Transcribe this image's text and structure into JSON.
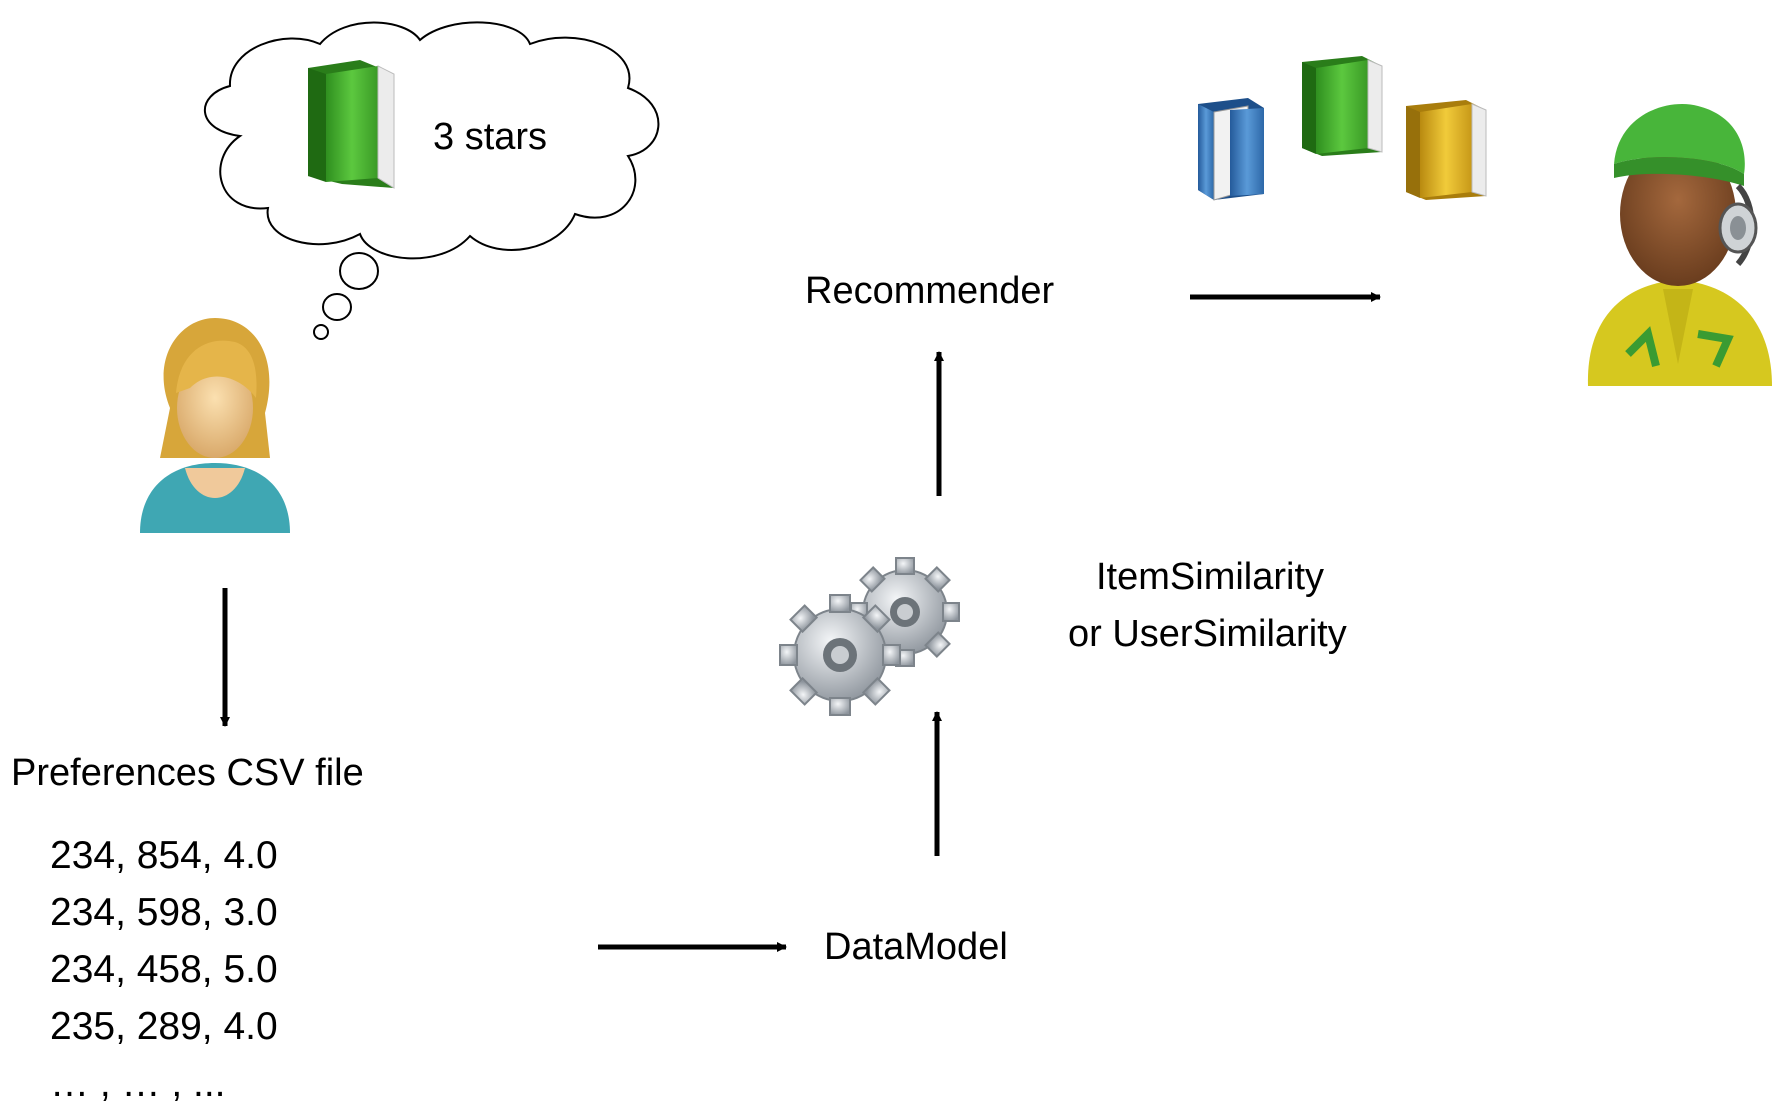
{
  "thought_bubble": {
    "text": "3 stars"
  },
  "labels": {
    "recommender": "Recommender",
    "item_similarity": "ItemSimilarity",
    "or_user_similarity": "or UserSimilarity",
    "preferences": "Preferences CSV file",
    "data_model": "DataModel"
  },
  "csv_rows": [
    "234, 854, 4.0",
    "234, 598, 3.0",
    "234, 458, 5.0",
    "235, 289, 4.0",
    "…   , …   , ..."
  ],
  "icons": {
    "book_green": "green-book-icon",
    "book_blue": "blue-book-icon",
    "book_yellow": "yellow-book-icon",
    "user_female": "female-user-icon",
    "user_male": "male-user-headphones-icon",
    "gears": "gears-icon"
  },
  "colors": {
    "book_green": "#43b02a",
    "book_blue": "#3a7cc0",
    "book_yellow": "#e2b521",
    "shirt_teal": "#3fa7b3",
    "hoodie_yellow": "#d6c81f",
    "beanie_green": "#48b53a"
  }
}
